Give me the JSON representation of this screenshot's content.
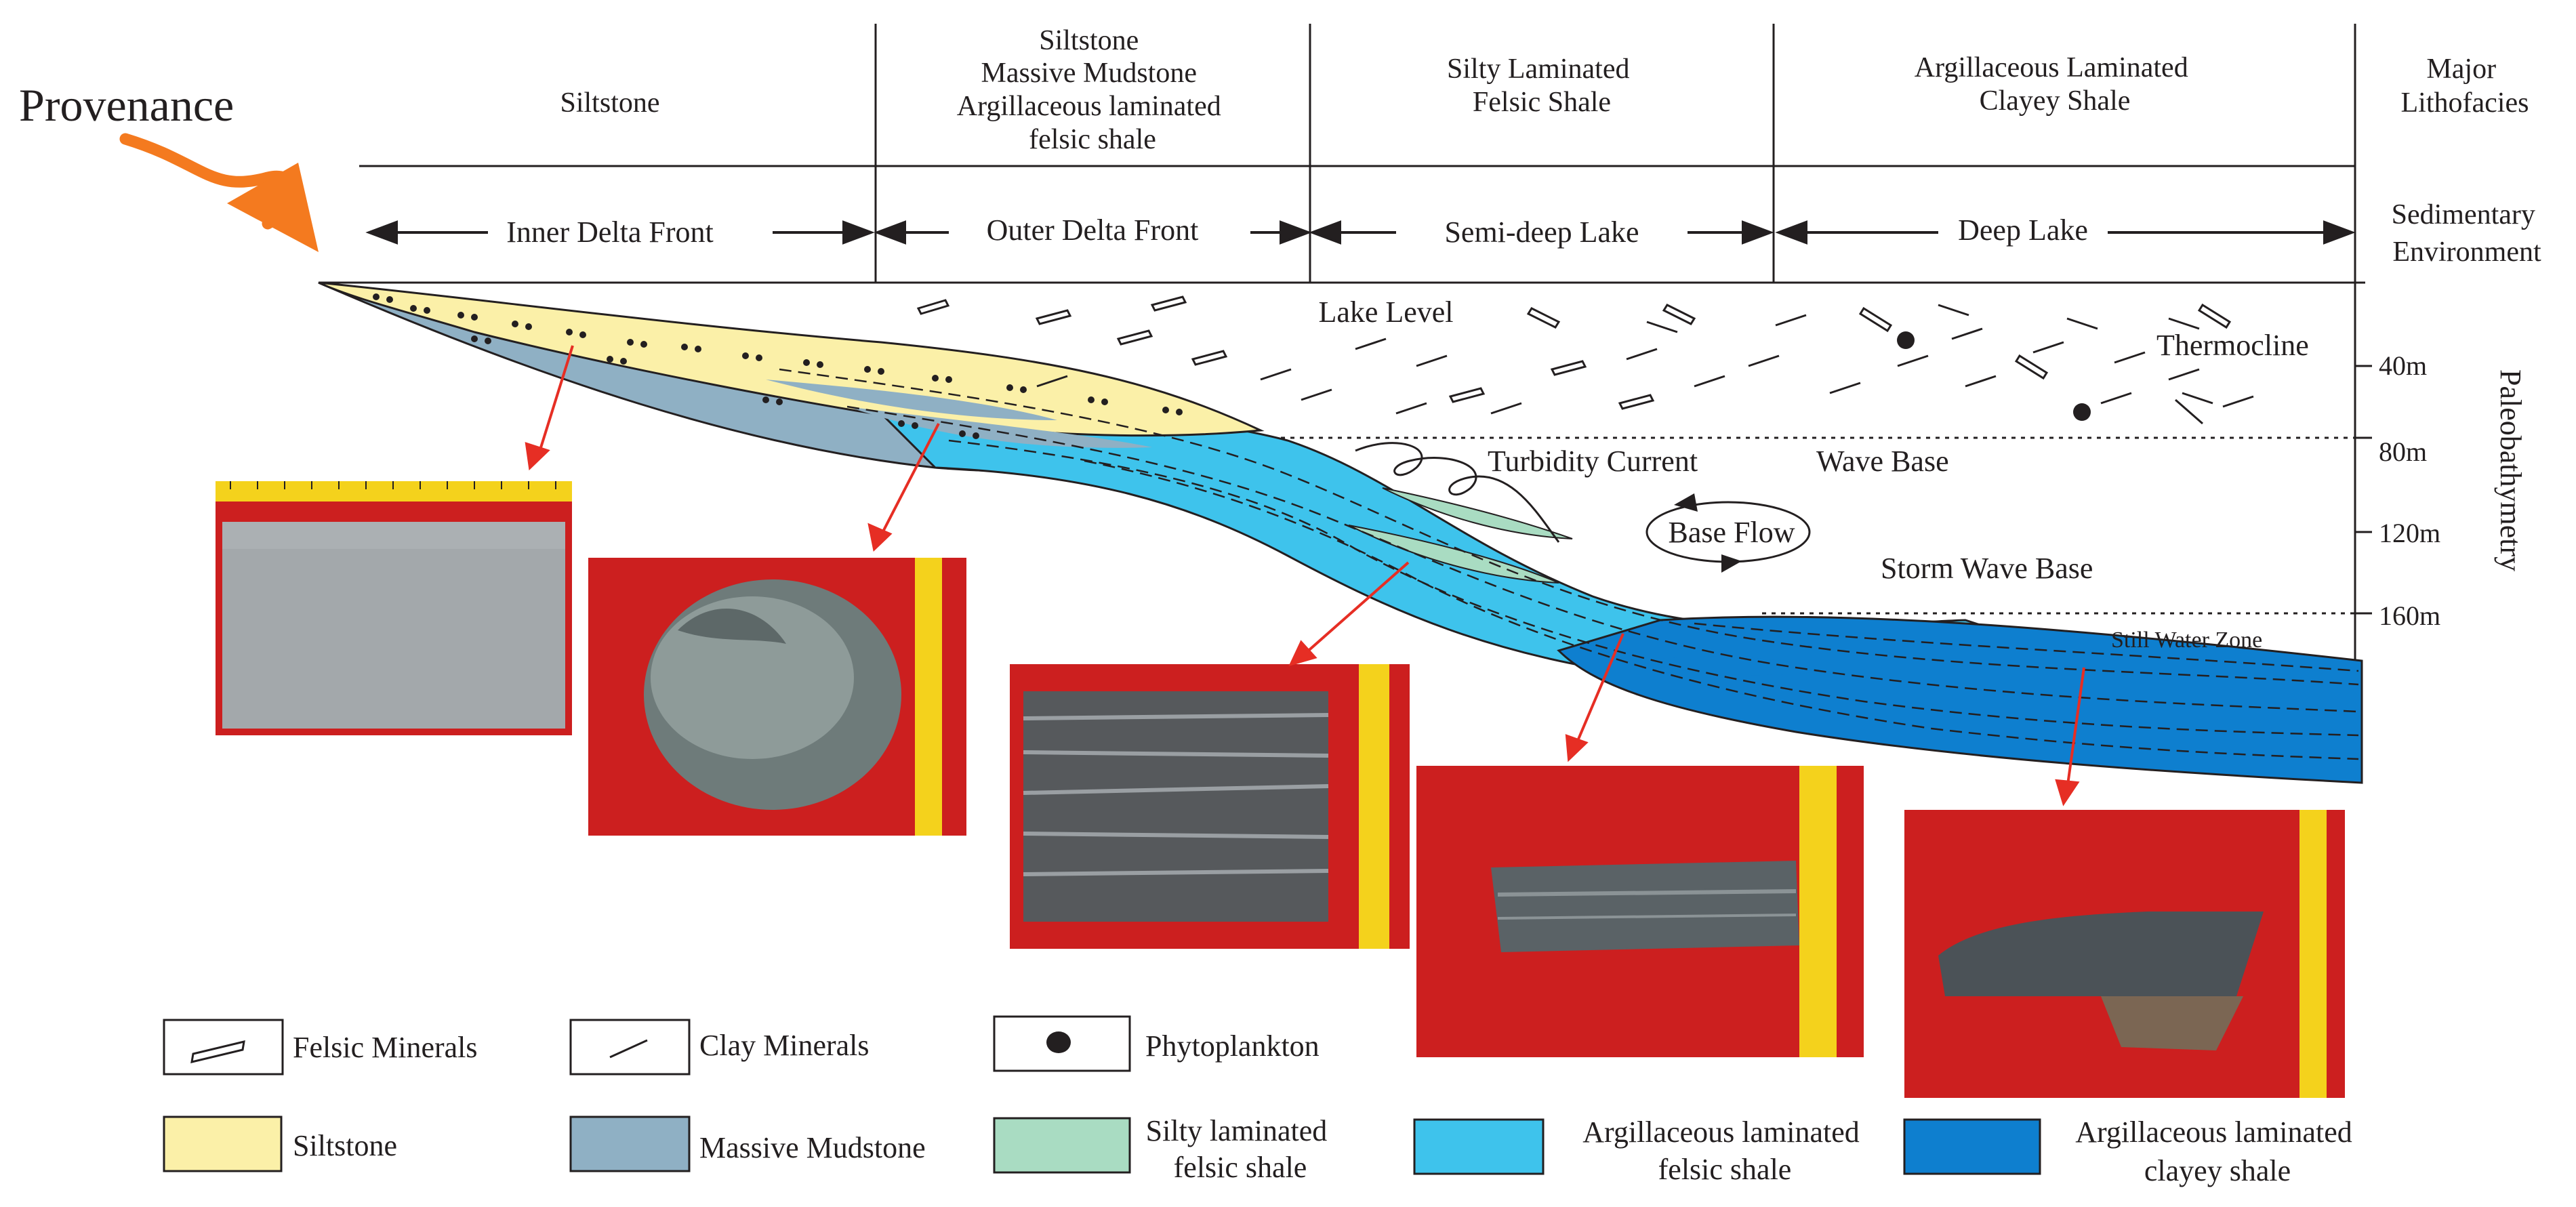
{
  "header": {
    "provenance": "Provenance",
    "lithofacies": {
      "col1": [
        "Siltstone"
      ],
      "col2": [
        "Siltstone",
        "Massive Mudstone",
        "Argillaceous laminated",
        "felsic shale"
      ],
      "col3": [
        "Silty Laminated",
        "Felsic Shale"
      ],
      "col4": [
        "Argillaceous Laminated",
        "Clayey Shale"
      ],
      "row_label": [
        "Major",
        "Lithofacies"
      ]
    },
    "environments": {
      "env1": "Inner Delta Front",
      "env2": "Outer Delta Front",
      "env3": "Semi-deep Lake",
      "env4": "Deep Lake",
      "row_label": [
        "Sedimentary",
        "Environment"
      ]
    }
  },
  "section": {
    "lake_level": "Lake Level",
    "thermocline": "Thermocline",
    "turbidity_current": "Turbidity Current",
    "wave_base": "Wave Base",
    "base_flow": "Base Flow",
    "storm_wave_base": "Storm Wave Base",
    "still_water_zone": "Still Water Zone"
  },
  "depth_axis": {
    "title": "Paleobathymetry",
    "ticks": [
      "40m",
      "80m",
      "120m",
      "160m"
    ]
  },
  "legend": {
    "felsic_minerals": "Felsic Minerals",
    "clay_minerals": "Clay Minerals",
    "phytoplankton": "Phytoplankton",
    "siltstone": "Siltstone",
    "massive_mudstone": "Massive Mudstone",
    "silty_laminated": [
      "Silty laminated",
      "felsic shale"
    ],
    "argillaceous_felsic": [
      "Argillaceous laminated",
      "felsic shale"
    ],
    "argillaceous_clayey": [
      "Argillaceous laminated",
      "clayey shale"
    ]
  },
  "colors": {
    "siltstone": "#fbf0a8",
    "massive_mudstone": "#8fb0c4",
    "silty_laminated": "#a9dcc2",
    "argillaceous_felsic": "#3ec3ec",
    "argillaceous_clayey": "#0e7fcf",
    "provenance_arrow": "#f47a1f",
    "pointer_arrow": "#e62e24",
    "photo_background": "#cc1f1f",
    "ruler": "#f4d21c"
  }
}
